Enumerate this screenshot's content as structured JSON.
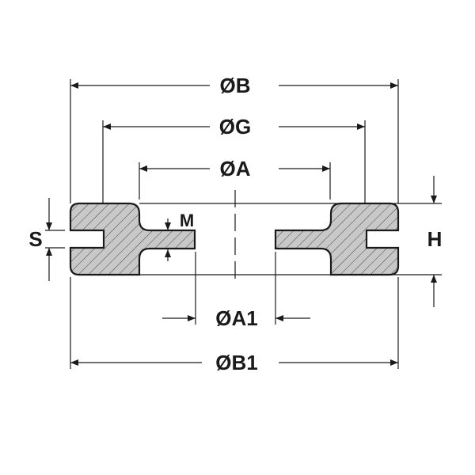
{
  "labels": {
    "B": "ØB",
    "G": "ØG",
    "A": "ØA",
    "A1": "ØA1",
    "B1": "ØB1",
    "S": "S",
    "H": "H",
    "M": "M"
  },
  "colors": {
    "fill": "#c8c8c8",
    "line": "#1a1a1a"
  }
}
